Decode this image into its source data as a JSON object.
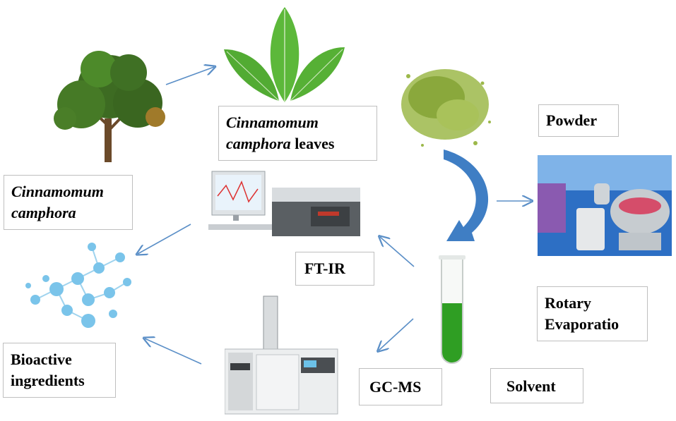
{
  "labels": {
    "leaves": {
      "species": "Cinnamomum camphora",
      "species_line1": "Cinnamomum",
      "species_line2": "camphora",
      "suffix": "leaves"
    },
    "powder": "Powder",
    "tree": {
      "line1": "Cinnamomum",
      "line2": "camphora"
    },
    "ftir": "FT-IR",
    "rotary": {
      "line1": "Rotary",
      "line2": "Evaporatio"
    },
    "bioactive": {
      "line1": "Bioactive",
      "line2": "ingredients"
    },
    "gcms": "GC-MS",
    "solvent": "Solvent"
  },
  "colors": {
    "arrow": "#5b8fc7",
    "curved_arrow": "#3f7ec4",
    "leaf": "#5cb83a",
    "powder": "#9cb84a",
    "solvent": "#2f9e23",
    "molecule": "#7ac4ea",
    "label_border": "#bfbfbf"
  }
}
